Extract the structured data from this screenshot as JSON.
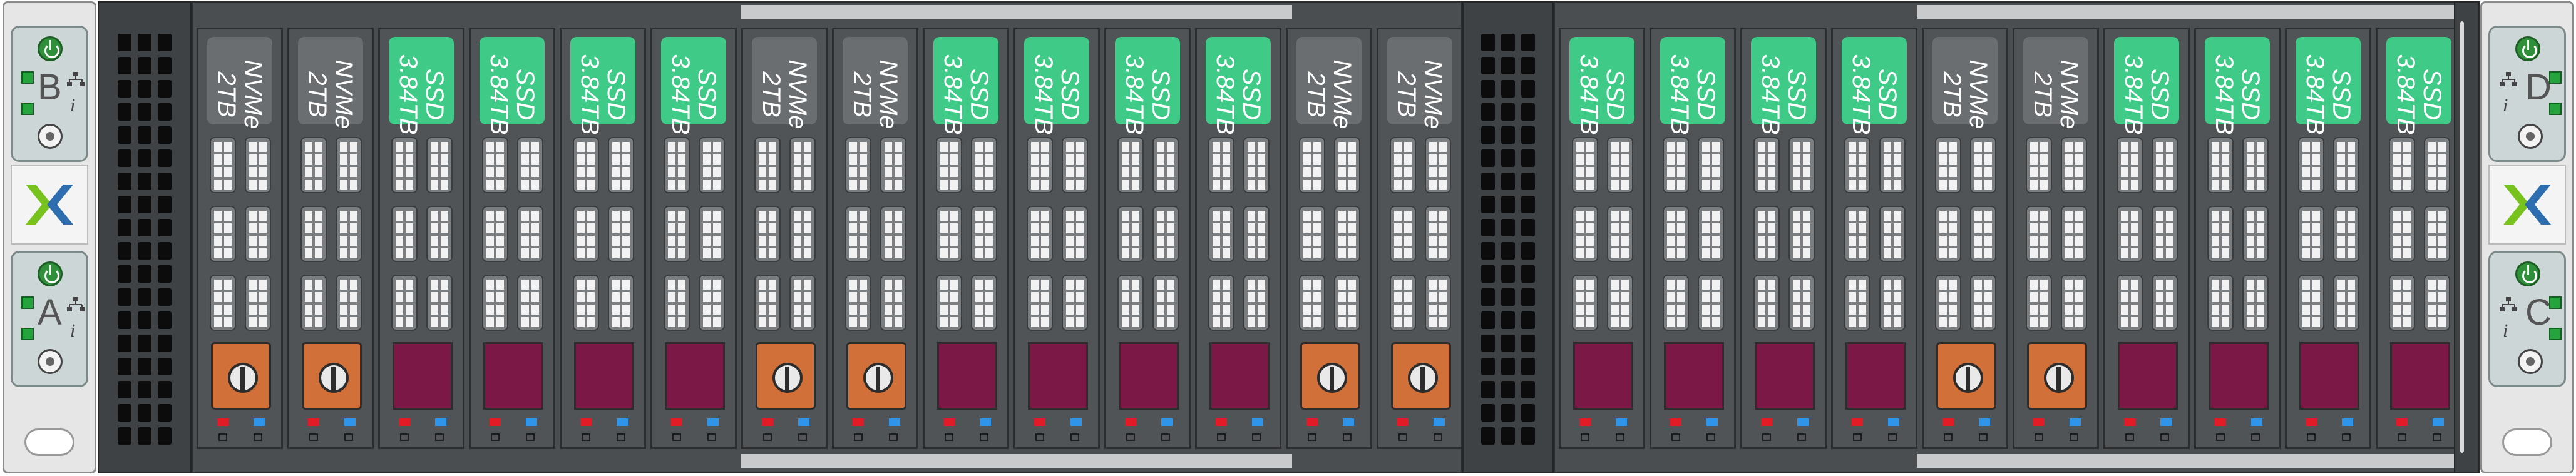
{
  "nodes": [
    {
      "letter": "B",
      "side": "left"
    },
    {
      "letter": "A",
      "side": "left"
    },
    {
      "letter": "D",
      "side": "right"
    },
    {
      "letter": "C",
      "side": "right"
    }
  ],
  "info_glyph": "i",
  "colors": {
    "ssd_label": "#3fcb87",
    "nvme_label": "#6b6e70",
    "latch_orange": "#d2703a",
    "latch_purple": "#7b1846",
    "status_green": "#2f8f3a",
    "led_red": "#e21b27",
    "led_blue": "#2f95ea",
    "logo_green": "#78c21e",
    "logo_blue": "#2d6db0"
  },
  "drives_bank1": [
    {
      "type": "nvme",
      "line1": "NVMe",
      "line2": "2TB",
      "latch": "orange"
    },
    {
      "type": "nvme",
      "line1": "NVMe",
      "line2": "2TB",
      "latch": "orange"
    },
    {
      "type": "ssd",
      "line1": "SSD",
      "line2": "3.84TB",
      "latch": "purple"
    },
    {
      "type": "ssd",
      "line1": "SSD",
      "line2": "3.84TB",
      "latch": "purple"
    },
    {
      "type": "ssd",
      "line1": "SSD",
      "line2": "3.84TB",
      "latch": "purple"
    },
    {
      "type": "ssd",
      "line1": "SSD",
      "line2": "3.84TB",
      "latch": "purple"
    },
    {
      "type": "nvme",
      "line1": "NVMe",
      "line2": "2TB",
      "latch": "orange"
    },
    {
      "type": "nvme",
      "line1": "NVMe",
      "line2": "2TB",
      "latch": "orange"
    },
    {
      "type": "ssd",
      "line1": "SSD",
      "line2": "3.84TB",
      "latch": "purple"
    },
    {
      "type": "ssd",
      "line1": "SSD",
      "line2": "3.84TB",
      "latch": "purple"
    },
    {
      "type": "ssd",
      "line1": "SSD",
      "line2": "3.84TB",
      "latch": "purple"
    },
    {
      "type": "ssd",
      "line1": "SSD",
      "line2": "3.84TB",
      "latch": "purple"
    },
    {
      "type": "nvme",
      "line1": "NVMe",
      "line2": "2TB",
      "latch": "orange"
    },
    {
      "type": "nvme",
      "line1": "NVMe",
      "line2": "2TB",
      "latch": "orange"
    }
  ],
  "drives_bank2": [
    {
      "type": "ssd",
      "line1": "SSD",
      "line2": "3.84TB",
      "latch": "purple"
    },
    {
      "type": "ssd",
      "line1": "SSD",
      "line2": "3.84TB",
      "latch": "purple"
    },
    {
      "type": "ssd",
      "line1": "SSD",
      "line2": "3.84TB",
      "latch": "purple"
    },
    {
      "type": "ssd",
      "line1": "SSD",
      "line2": "3.84TB",
      "latch": "purple"
    },
    {
      "type": "nvme",
      "line1": "NVMe",
      "line2": "2TB",
      "latch": "orange"
    },
    {
      "type": "nvme",
      "line1": "NVMe",
      "line2": "2TB",
      "latch": "orange"
    },
    {
      "type": "ssd",
      "line1": "SSD",
      "line2": "3.84TB",
      "latch": "purple"
    },
    {
      "type": "ssd",
      "line1": "SSD",
      "line2": "3.84TB",
      "latch": "purple"
    },
    {
      "type": "ssd",
      "line1": "SSD",
      "line2": "3.84TB",
      "latch": "purple"
    },
    {
      "type": "ssd",
      "line1": "SSD",
      "line2": "3.84TB",
      "latch": "purple"
    }
  ]
}
